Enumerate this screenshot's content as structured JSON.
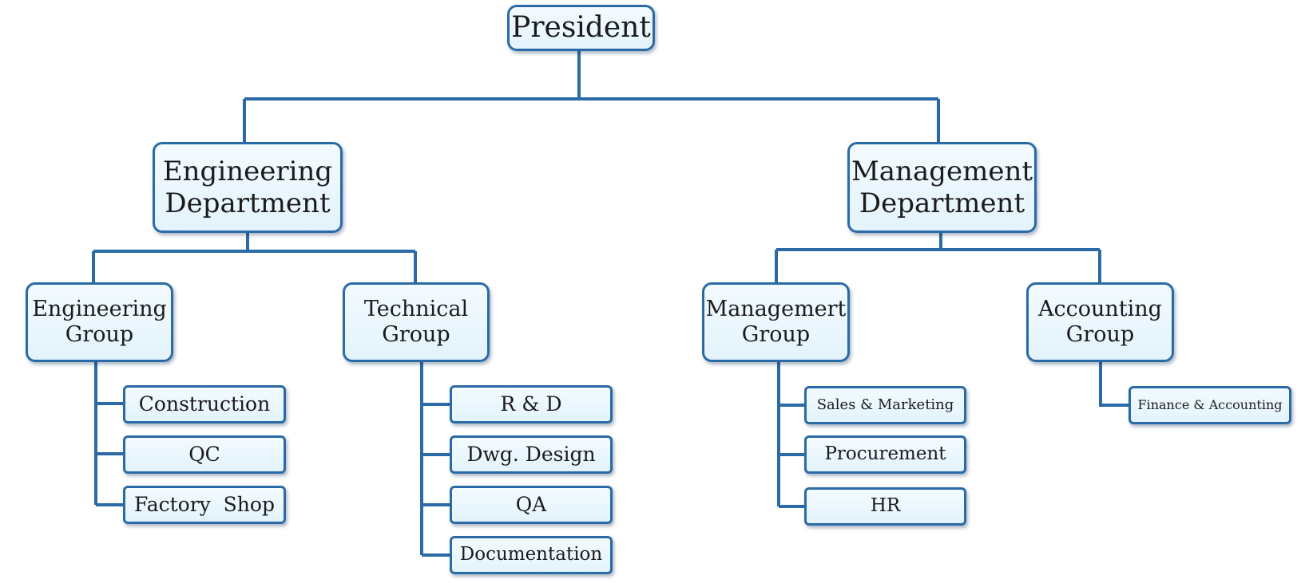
{
  "president": {
    "label": "President"
  },
  "departments": [
    {
      "line1": "Engineering",
      "line2": "Department"
    },
    {
      "line1": "Management",
      "line2": "Department"
    }
  ],
  "groups": [
    {
      "line1": "Engineering",
      "line2": "Group"
    },
    {
      "line1": "Technical",
      "line2": "Group"
    },
    {
      "line1": "Managemert",
      "line2": "Group"
    },
    {
      "line1": "Accounting",
      "line2": "Group"
    }
  ],
  "units": {
    "engineering_group": [
      "Construction",
      "QC",
      "Factory  Shop"
    ],
    "technical_group": [
      "R & D",
      "Dwg. Design",
      "QA",
      "Documentation"
    ],
    "management_group": [
      "Sales & Marketing",
      "Procurement",
      "HR"
    ],
    "accounting_group": [
      "Finance & Accounting"
    ]
  },
  "colors": {
    "line": "#2a6aa6",
    "box_border": "#2a6aa6",
    "box_fill": "#e8f6fd",
    "text": "#1b1b1b"
  }
}
